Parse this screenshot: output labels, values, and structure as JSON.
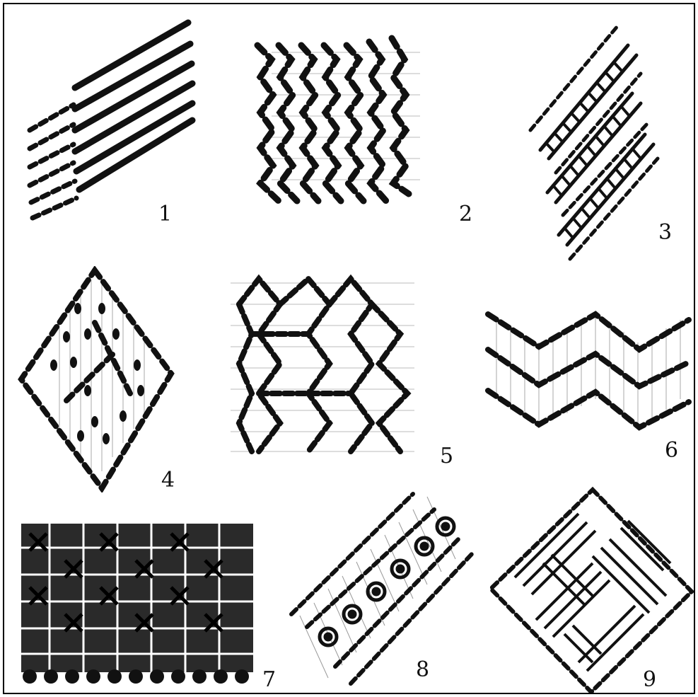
{
  "figure": {
    "ink_color": "#111111",
    "paper_color": "#ffffff",
    "panels": [
      {
        "number": "1",
        "pattern": "diagonal-running-stitch-bands"
      },
      {
        "number": "2",
        "pattern": "zigzag-vertical-columns"
      },
      {
        "number": "3",
        "pattern": "diagonal-ladder-rows"
      },
      {
        "number": "4",
        "pattern": "diamond-with-dot-fill"
      },
      {
        "number": "5",
        "pattern": "interlocking-lattice"
      },
      {
        "number": "6",
        "pattern": "zigzag-horizontal-bands"
      },
      {
        "number": "7",
        "pattern": "dense-star-fill-with-scalloped-edge"
      },
      {
        "number": "8",
        "pattern": "diagonal-band-with-spiral-motifs"
      },
      {
        "number": "9",
        "pattern": "basketweave-diamond"
      }
    ]
  }
}
